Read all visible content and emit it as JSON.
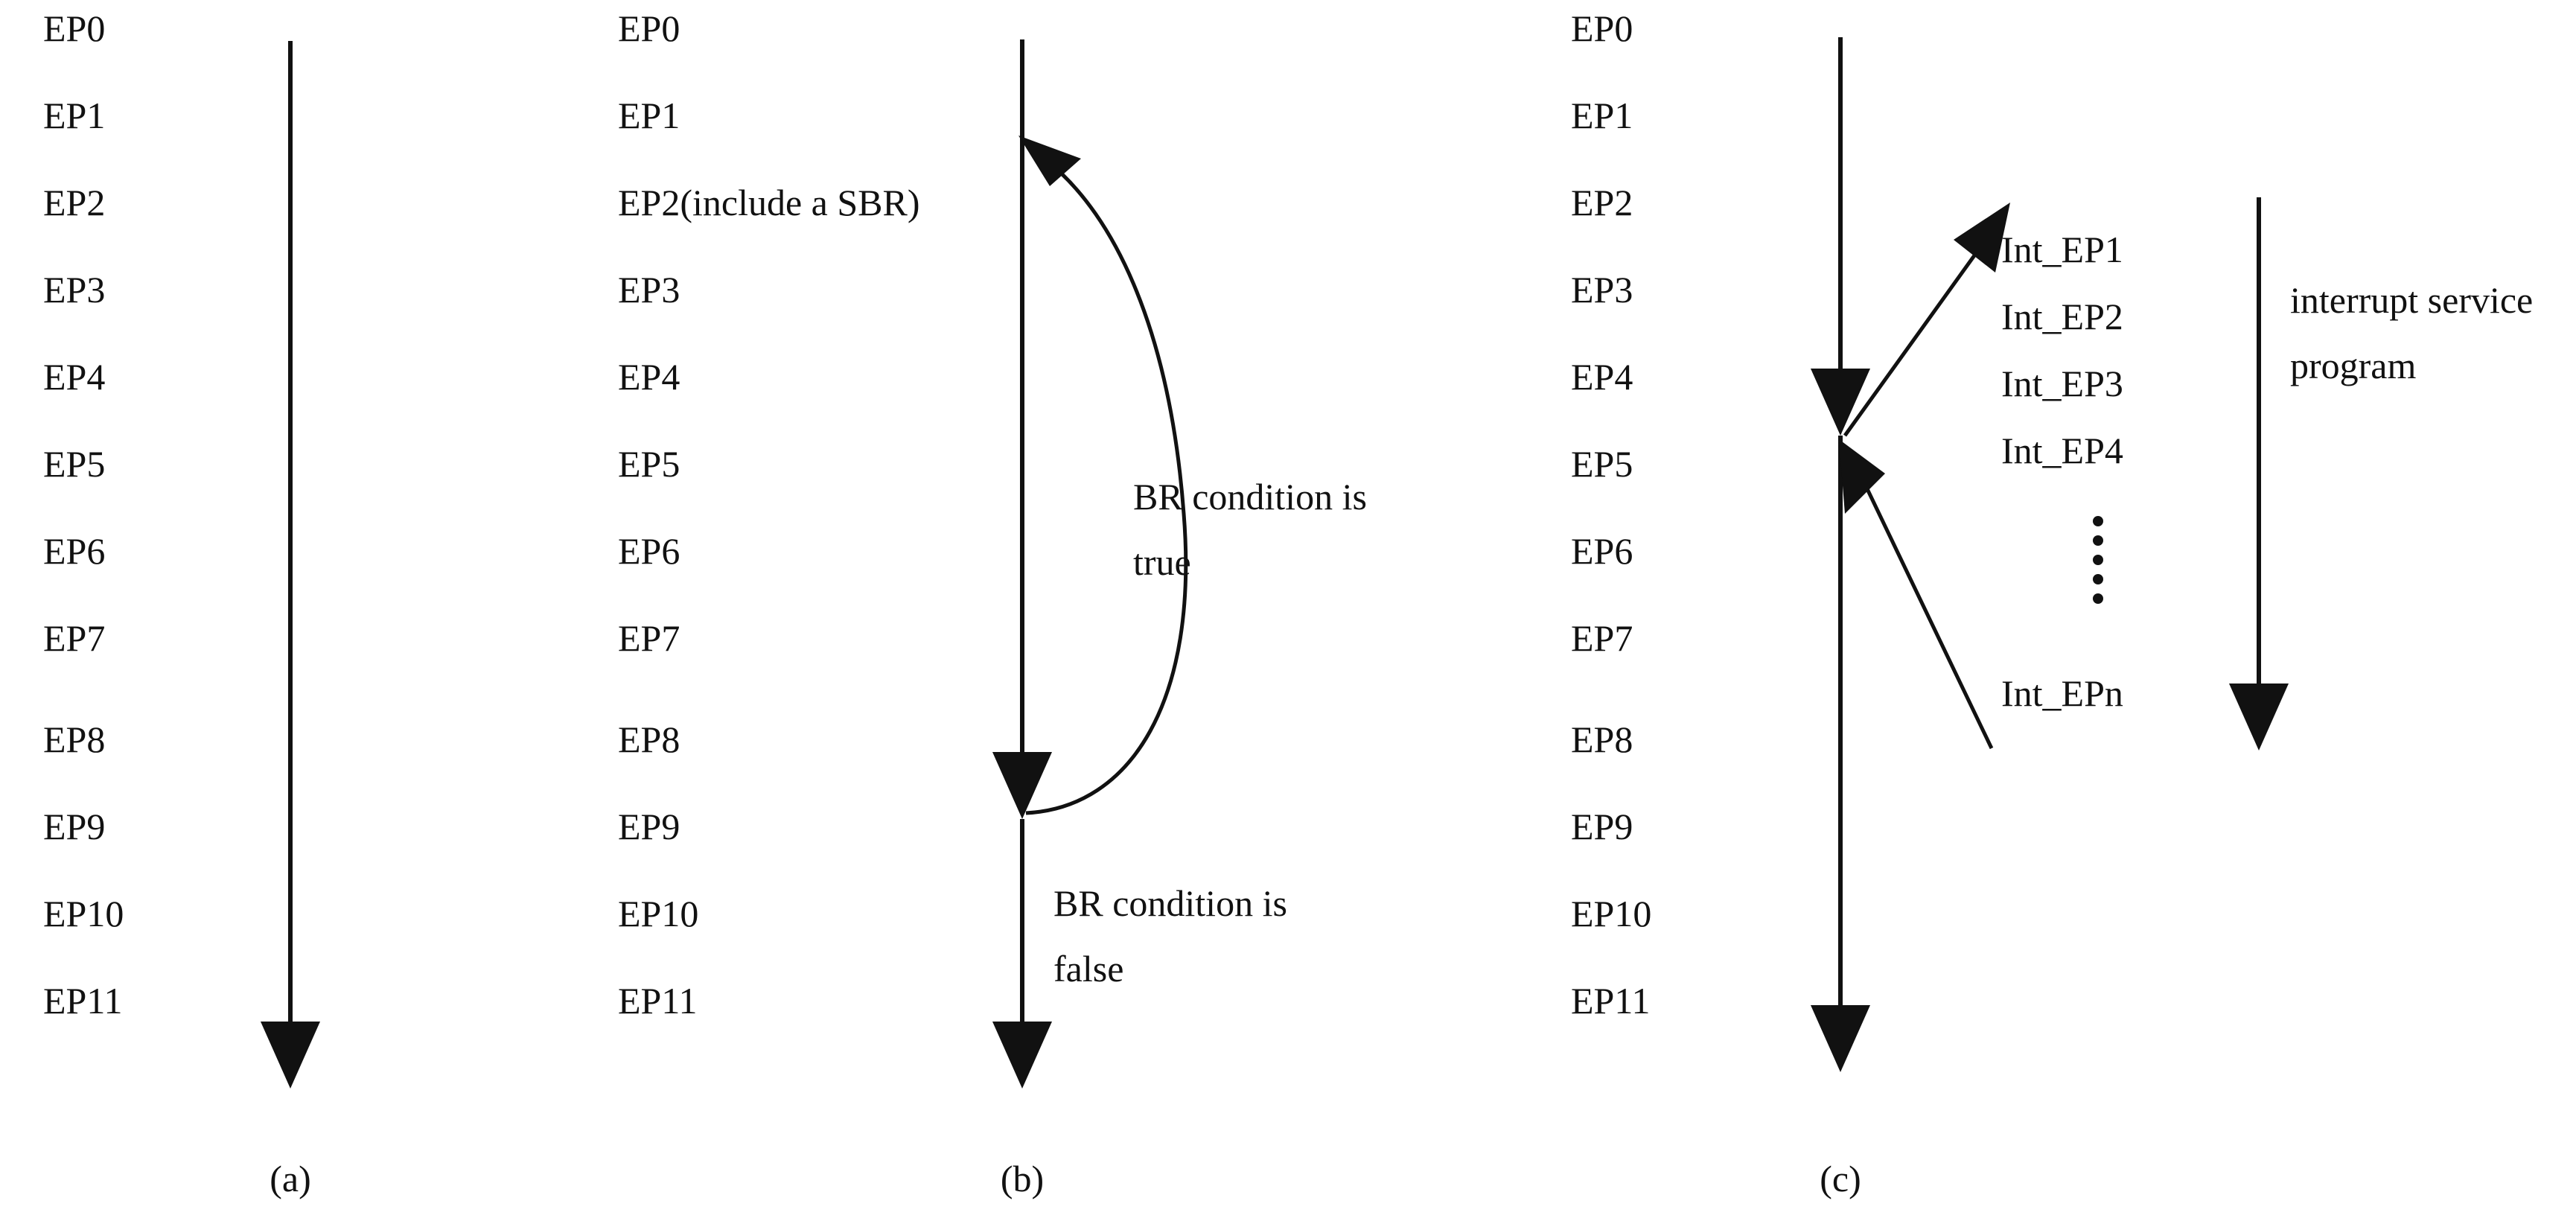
{
  "figure": {
    "background_color": "#ffffff",
    "ink_color": "#111111",
    "panels": [
      {
        "id": "a",
        "caption": "(a)",
        "ep_labels": [
          "EP0",
          "EP1",
          "EP2",
          "EP3",
          "EP4",
          "EP5",
          "EP6",
          "EP7",
          "EP8",
          "EP9",
          "EP10",
          "EP11"
        ]
      },
      {
        "id": "b",
        "caption": "(b)",
        "ep_labels": [
          "EP0",
          "EP1",
          "EP2(include a SBR)",
          "EP3",
          "EP4",
          "EP5",
          "EP6",
          "EP7",
          "EP8",
          "EP9",
          "EP10",
          "EP11"
        ],
        "annotations": [
          {
            "name": "branch-taken-note",
            "line1": "BR condition is",
            "line2": "true"
          },
          {
            "name": "branch-not-taken-note",
            "line1": "BR condition is",
            "line2": "false"
          }
        ]
      },
      {
        "id": "c",
        "caption": "(c)",
        "ep_labels": [
          "EP0",
          "EP1",
          "EP2",
          "EP3",
          "EP4",
          "EP5",
          "EP6",
          "EP7",
          "EP8",
          "EP9",
          "EP10",
          "EP11"
        ],
        "int_labels": [
          "Int_EP1",
          "Int_EP2",
          "Int_EP3",
          "Int_EP4"
        ],
        "int_ellipsis": "⋮",
        "int_last_label": "Int_EPn",
        "annotations": [
          {
            "name": "interrupt-service-note",
            "line1": "interrupt service",
            "line2": "program"
          }
        ]
      }
    ]
  }
}
